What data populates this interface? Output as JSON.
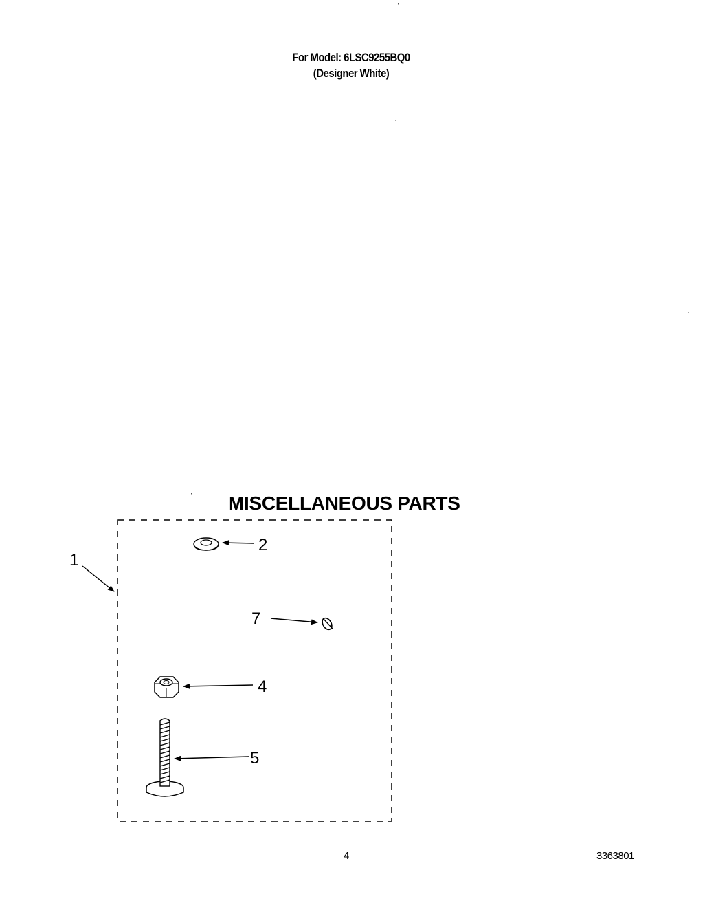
{
  "header": {
    "model_line": "For Model: 6LSC9255BQ0",
    "finish_line": "(Designer White)"
  },
  "section": {
    "title": "MISCELLANEOUS PARTS"
  },
  "callouts": {
    "group": "1",
    "washer": "2",
    "clip": "7",
    "nut": "4",
    "screw": "5"
  },
  "footer": {
    "page_number": "4",
    "document_number": "3363801"
  },
  "colors": {
    "ink": "#000000",
    "paper": "#ffffff"
  }
}
